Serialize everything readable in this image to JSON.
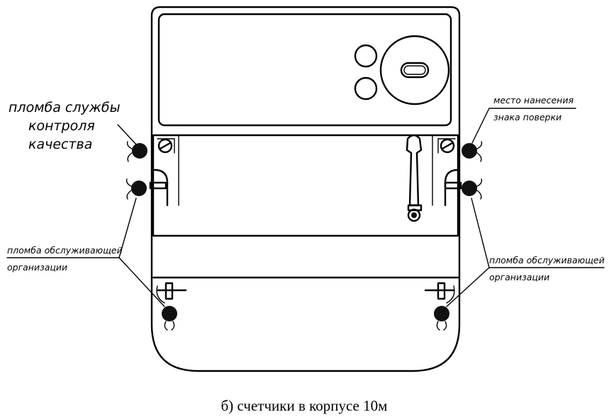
{
  "labels": {
    "quality_seal_line1": "пломба службы",
    "quality_seal_line2": "контроля",
    "quality_seal_line3": "качества",
    "verification_line1": "место нанесения",
    "verification_line2": "знака поверки",
    "service_left_line1": "пломба обслуживающей",
    "service_left_line2": "организации",
    "service_right_line1": "пломба обслуживающей",
    "service_right_line2": "организации"
  },
  "caption": "б) счетчики в корпусе 10м"
}
